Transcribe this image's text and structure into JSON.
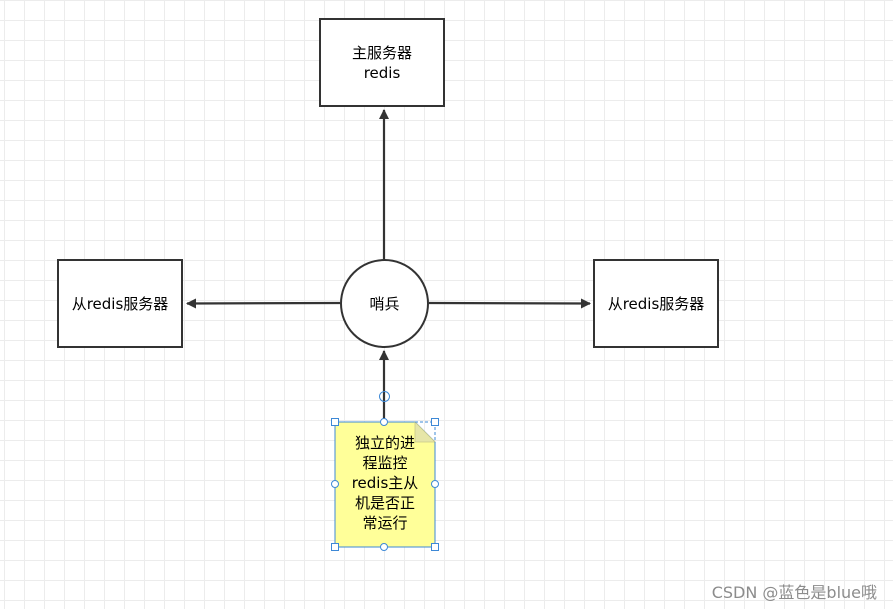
{
  "nodes": {
    "master": {
      "line1": "主服务器",
      "line2": "redis"
    },
    "slave_left": {
      "label": "从redis服务器"
    },
    "slave_right": {
      "label": "从redis服务器"
    },
    "sentinel": {
      "label": "哨兵"
    }
  },
  "note": {
    "lines": [
      "独立的进",
      "程监控",
      "redis主从",
      "机是否正",
      "常运行"
    ],
    "fill_color": "#ffff99",
    "fold_color": "#e6e6a8"
  },
  "colors": {
    "stroke": "#333333",
    "selection": "#3d88d6",
    "grid": "#ececec"
  },
  "watermark": "CSDN @蓝色是blue哦"
}
